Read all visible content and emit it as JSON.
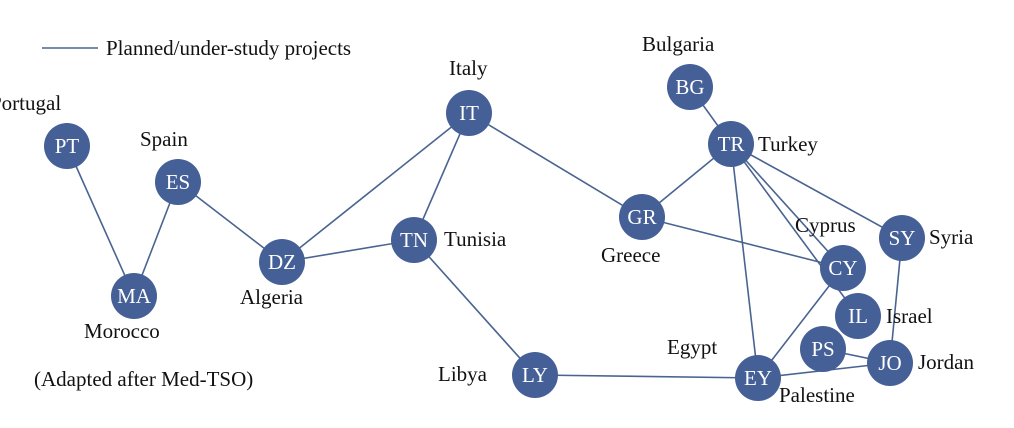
{
  "legend": {
    "label": "Planned/under-study projects",
    "line_color": "#4a6491"
  },
  "note": "(Adapted after Med-TSO)",
  "colors": {
    "node_fill": "#455f97",
    "edge": "#4a6491",
    "node_text": "#ffffff"
  },
  "nodes": [
    {
      "id": "PT",
      "code": "PT",
      "name": "Portugal"
    },
    {
      "id": "ES",
      "code": "ES",
      "name": "Spain"
    },
    {
      "id": "MA",
      "code": "MA",
      "name": "Morocco"
    },
    {
      "id": "DZ",
      "code": "DZ",
      "name": "Algeria"
    },
    {
      "id": "IT",
      "code": "IT",
      "name": "Italy"
    },
    {
      "id": "TN",
      "code": "TN",
      "name": "Tunisia"
    },
    {
      "id": "LY",
      "code": "LY",
      "name": "Libya"
    },
    {
      "id": "GR",
      "code": "GR",
      "name": "Greece"
    },
    {
      "id": "BG",
      "code": "BG",
      "name": "Bulgaria"
    },
    {
      "id": "TR",
      "code": "TR",
      "name": "Turkey"
    },
    {
      "id": "SY",
      "code": "SY",
      "name": "Syria"
    },
    {
      "id": "CY",
      "code": "CY",
      "name": "Cyprus"
    },
    {
      "id": "IL",
      "code": "IL",
      "name": "Israel"
    },
    {
      "id": "PS",
      "code": "PS",
      "name": "Palestine"
    },
    {
      "id": "JO",
      "code": "JO",
      "name": "Jordan"
    },
    {
      "id": "EY",
      "code": "EY",
      "name": "Egypt"
    }
  ],
  "edges": [
    [
      "PT",
      "MA"
    ],
    [
      "ES",
      "MA"
    ],
    [
      "ES",
      "DZ"
    ],
    [
      "DZ",
      "IT"
    ],
    [
      "DZ",
      "TN"
    ],
    [
      "IT",
      "TN"
    ],
    [
      "IT",
      "GR"
    ],
    [
      "TN",
      "LY"
    ],
    [
      "LY",
      "EY"
    ],
    [
      "GR",
      "TR"
    ],
    [
      "GR",
      "CY"
    ],
    [
      "BG",
      "TR"
    ],
    [
      "TR",
      "SY"
    ],
    [
      "TR",
      "EY"
    ],
    [
      "TR",
      "CY"
    ],
    [
      "TR",
      "IL"
    ],
    [
      "CY",
      "EY"
    ],
    [
      "SY",
      "JO"
    ],
    [
      "PS",
      "JO"
    ],
    [
      "EY",
      "JO"
    ]
  ]
}
